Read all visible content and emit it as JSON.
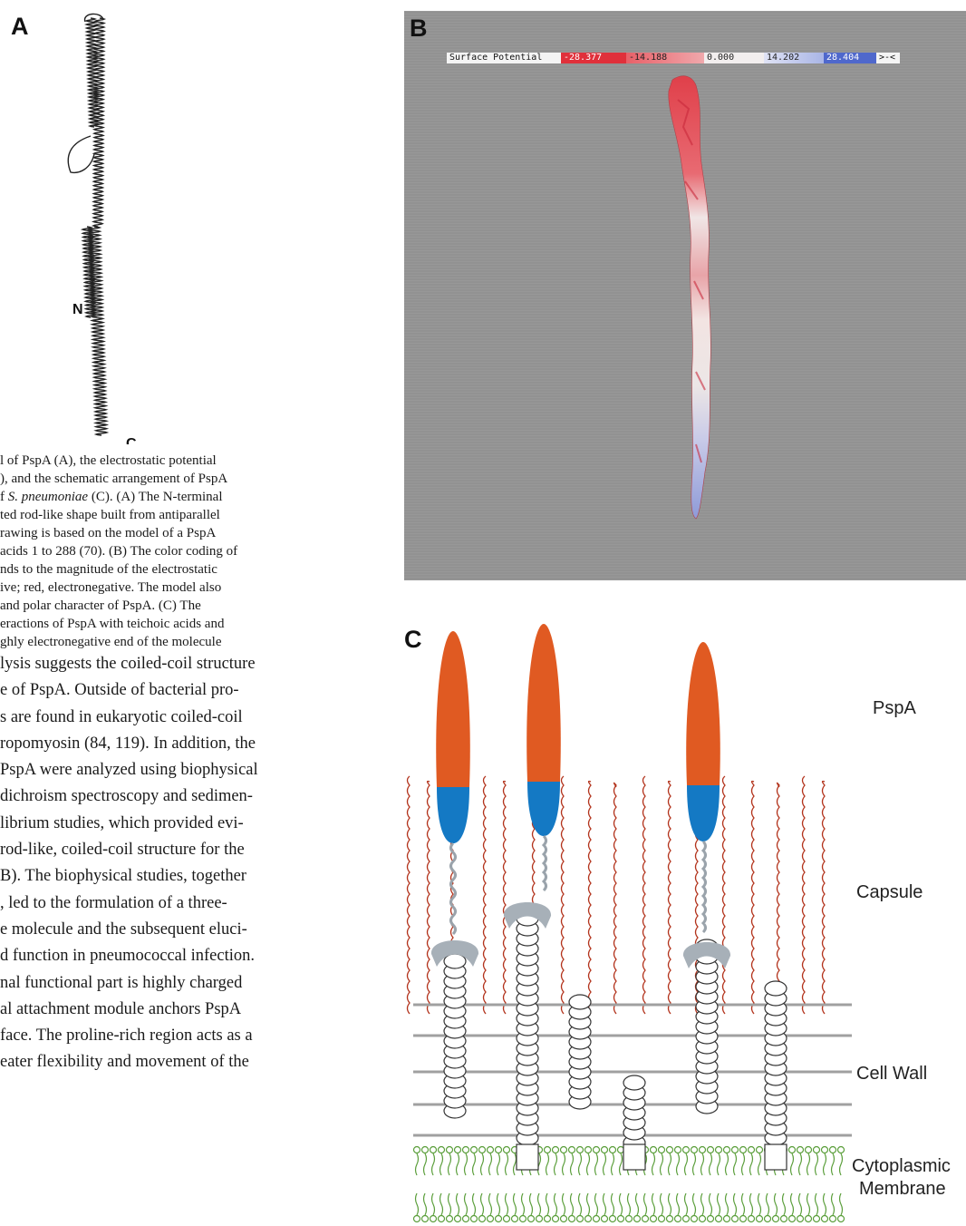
{
  "panel_a": {
    "letter": "A",
    "label_n": "N",
    "label_c": "C"
  },
  "panel_b": {
    "letter": "B",
    "legend_title": "Surface Potential",
    "legend_values": [
      "-28.377",
      "-14.188",
      "0.000",
      "14.202",
      "28.404",
      ">-<"
    ],
    "colors": {
      "negative": "#e0363f",
      "neutral": "#f2f2f2",
      "positive": "#4a63c8",
      "background": "#929292"
    }
  },
  "panel_c": {
    "letter": "C",
    "labels": {
      "pspa": "PspA",
      "capsule": "Capsule",
      "cell_wall": "Cell Wall",
      "membrane_line1": "Cytoplasmic",
      "membrane_line2": "Membrane"
    },
    "colors": {
      "rod_head": "#e05a22",
      "rod_tail": "#1479c4",
      "anchor": "#a7b0b8",
      "capsule_fibers": "#b3341d",
      "membrane": "#5a9e3a",
      "wall_lines": "#a0a0a0"
    }
  },
  "caption": {
    "line1": "l of PspA (A), the electrostatic potential",
    "line2": "), and the schematic arrangement of PspA",
    "line3_pre": "f ",
    "line3_italic": "S. pneumoniae",
    "line3_post": " (C). (A) The N-terminal",
    "line4": "ted rod-like shape built from antiparallel",
    "line5": "rawing is based on the model of a PspA",
    "line6": "acids 1 to 288 (70). (B) The color coding of",
    "line7": "nds to the magnitude of the electrostatic",
    "line8": "ive; red, electronegative. The model also",
    "line9": "and polar character of PspA. (C) The",
    "line10": "eractions of PspA with teichoic acids and",
    "line11": "ghly electronegative end of the molecule"
  },
  "body_text": [
    "lysis suggests the coiled-coil structure",
    "e of PspA. Outside of bacterial pro-",
    "s are found in eukaryotic coiled-coil",
    "ropomyosin (84, 119). In addition, the",
    "PspA were analyzed using biophysical",
    "dichroism spectroscopy and sedimen-",
    "librium studies, which provided evi-",
    "rod-like, coiled-coil structure for the",
    "B). The biophysical studies, together",
    ", led to the formulation of a three-",
    "e molecule and the subsequent eluci-",
    "d function in pneumococcal infection.",
    "nal functional part is highly charged",
    "al attachment module anchors PspA",
    "face. The proline-rich region acts as a",
    "eater flexibility and movement of the"
  ]
}
